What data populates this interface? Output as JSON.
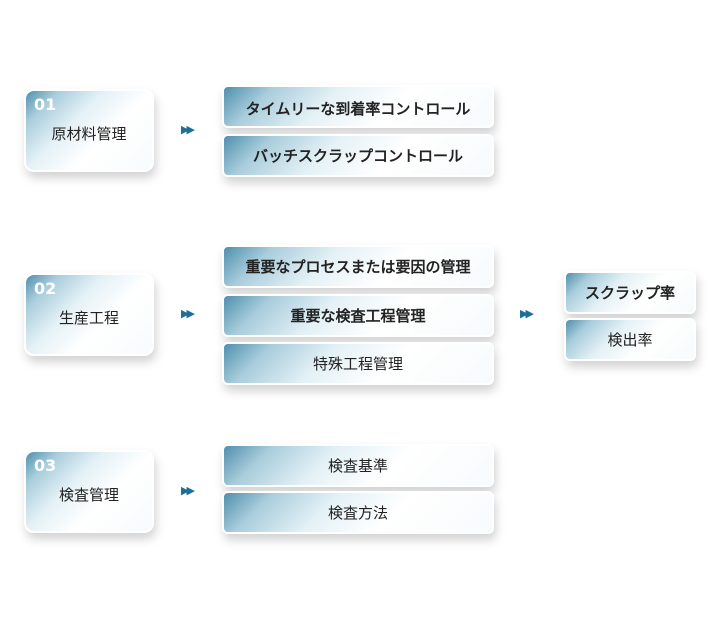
{
  "sections": [
    {
      "number": "01",
      "label": "原材料管理"
    },
    {
      "number": "02",
      "label": "生産工程"
    },
    {
      "number": "03",
      "label": "検査管理"
    }
  ],
  "arrow_glyph": "▶▶",
  "group1_items": [
    "タイムリーな到着率コントロール",
    "バッチスクラップコントロール"
  ],
  "group2_items": [
    "重要なプロセスまたは要因の管理",
    "重要な検査工程管理",
    "特殊工程管理"
  ],
  "group2_results": [
    "スクラップ率",
    "検出率"
  ],
  "group3_items": [
    "検査基準",
    "検査方法"
  ],
  "colors": {
    "accent": "#1d6f98",
    "gradient_dark": "#4f8fad",
    "gradient_light": "#e4f1f6"
  }
}
